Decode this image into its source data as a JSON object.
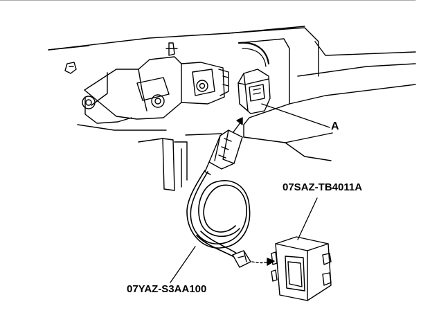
{
  "labels": {
    "connector": "A",
    "test_box": "07SAZ-TB4011A",
    "test_harness": "07YAZ-S3AA100"
  }
}
